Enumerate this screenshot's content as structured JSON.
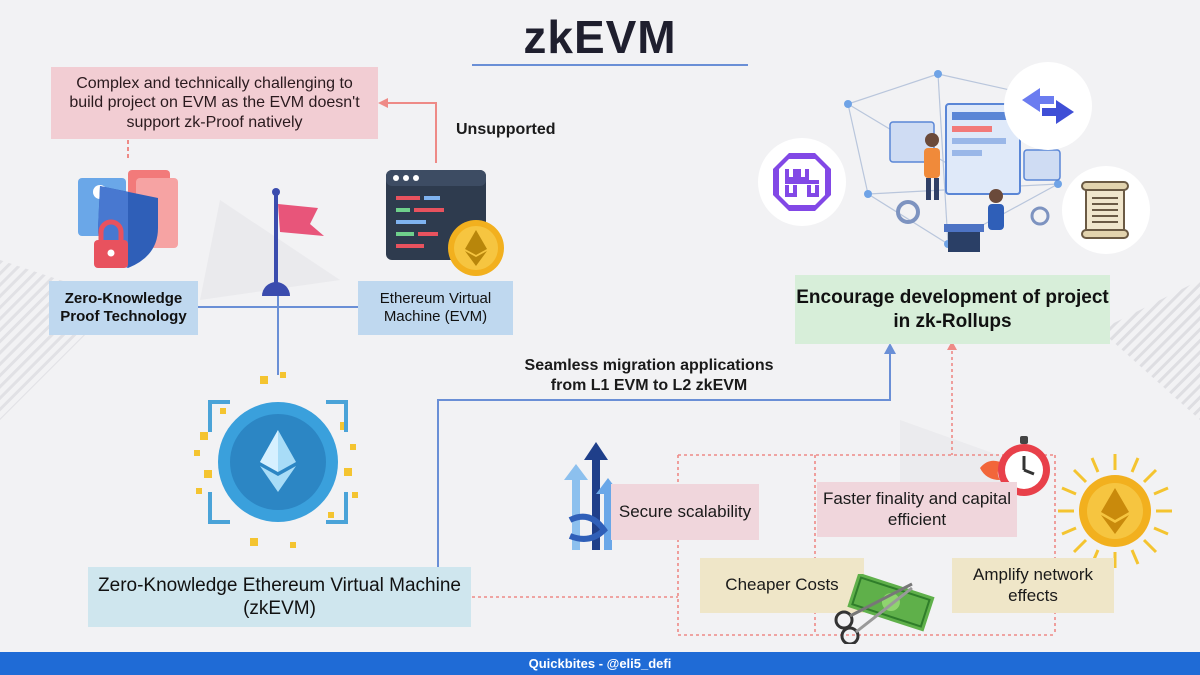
{
  "title": "zkEVM",
  "nodes": {
    "evm_problem": "Complex and technically challenging to build project on EVM as the EVM doesn't support zk-Proof natively",
    "zk_proof_tech": "Zero-Knowledge Proof Technology",
    "evm": "Ethereum Virtual Machine (EVM)",
    "zkevm": "Zero-Knowledge Ethereum Virtual Machine (zkEVM)",
    "encourage": "Encourage development of project in zk-Rollups",
    "secure": "Secure scalability",
    "faster": "Faster finality and capital efficient",
    "cheaper": "Cheaper Costs",
    "amplify": "Amplify network effects"
  },
  "edges": {
    "unsupported": "Unsupported",
    "migration_line1": "Seamless migration applications",
    "migration_line2": "from L1 EVM to L2 zkEVM"
  },
  "footer": "Quickbites - @eli5_defi",
  "colors": {
    "accent_blue": "#1f6bd6",
    "line_blue": "#6a8fd6",
    "line_red": "#ee8a86",
    "box_red": "#f2cdd3",
    "box_blue": "#bfd8ef",
    "box_teal": "#cfe6ee",
    "box_green": "#d7eed9",
    "box_pink": "#f0d6dc",
    "box_tan": "#efe6c8"
  },
  "icons": {
    "zk_proof": "shield-lock-icon",
    "flag": "flag-icon",
    "evm": "code-window-ethereum-icon",
    "zkevm": "ethereum-circuit-icon",
    "network": "developer-network-illustration",
    "arrows": "swap-arrows-icon",
    "protocol": "protocol-logo-icon",
    "scroll": "scroll-icon",
    "scalability": "rising-arrows-icon",
    "finality": "stopwatch-icon",
    "costs": "money-scissors-icon",
    "network_effects": "ethereum-sun-icon"
  }
}
